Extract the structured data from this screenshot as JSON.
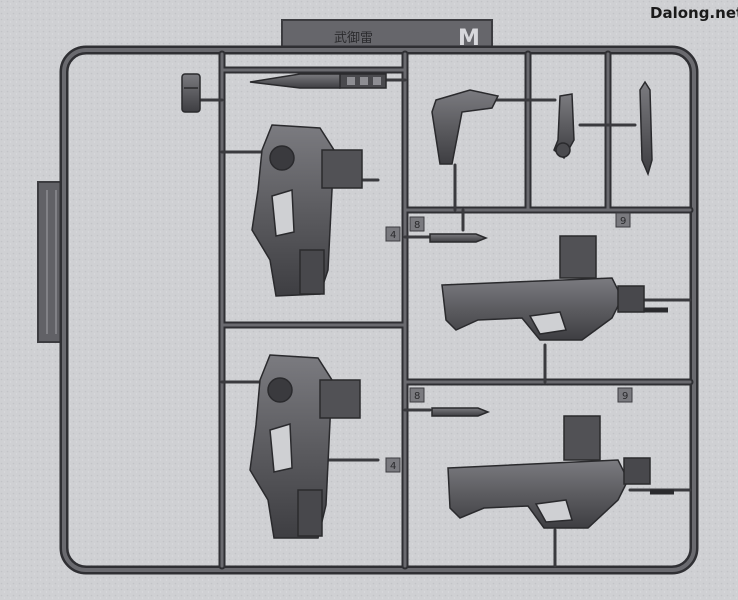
{
  "watermark": "Dalong.net",
  "tag": {
    "title": "武御雷",
    "letter": "M"
  },
  "part_numbers": [
    "4",
    "4",
    "8",
    "8",
    "9",
    "9"
  ],
  "colors": {
    "background": "#cfd0d3",
    "plastic": "#5e5e62",
    "plastic_dark": "#38383c",
    "plastic_light": "#8a8a8f"
  }
}
